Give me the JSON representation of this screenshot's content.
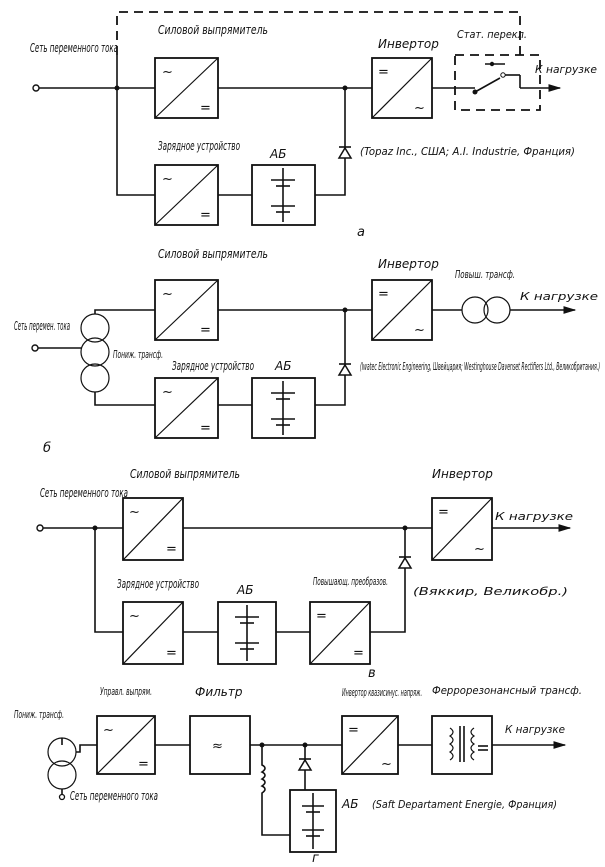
{
  "labels": {
    "grid_ac_1": "Сеть переменного тока",
    "grid_ac_2": "Сеть перемен. тока",
    "grid_ac_3": "Сеть переменного тока",
    "grid_ac_4": "Сеть переменного тока",
    "power_rectifier": "Силовой выпрямитель",
    "charger": "Зарядное устройство",
    "battery": "АБ",
    "inverter": "Инвертор",
    "static_switch": "Стат. перекл.",
    "to_load": "К нагрузке",
    "stepdown_transformer": "Пониж. трансф.",
    "stepup_transformer": "Повыш. трансф.",
    "boost_converter": "Повышающ. преобразов.",
    "controlled_rectifier": "Управл. выпрям.",
    "filter": "Фильтр",
    "quasi_sine_inverter": "Инвертор квазисинус. напряж.",
    "ferroresonant_transformer": "Феррорезонансный трансф."
  },
  "sources": {
    "a": "(Topaz Inc., США; A.I. Industrie, Франция)",
    "b": "(Iwatec Electronic Engineering, Швейцария; Westinghouse Davenset Rectifiers Ltd., Великобритания.)",
    "v": "(Вяккир, Великобр.)",
    "g": "(Saft Departament Energie, Франция)"
  },
  "captions": {
    "a": "а",
    "b": "б",
    "v": "в",
    "g": "г"
  },
  "symbols": {
    "ac": "~",
    "dc": "=",
    "filter": "≈"
  }
}
